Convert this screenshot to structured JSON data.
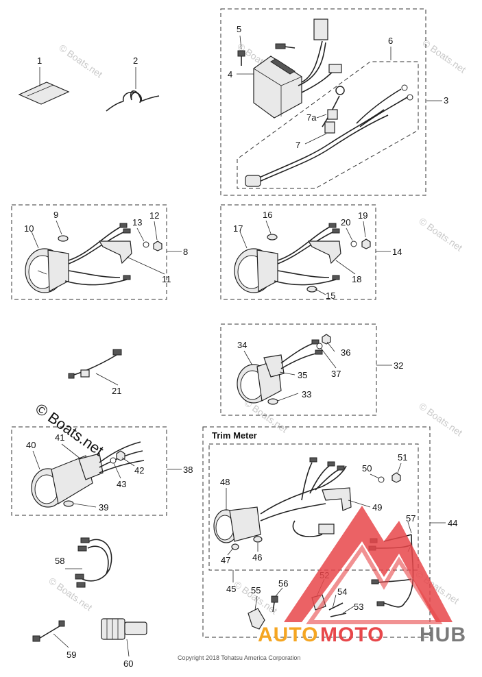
{
  "colors": {
    "brand_orange": "#f5a623",
    "brand_red": "#e8474a",
    "brand_gray": "#7a7a7a"
  },
  "labels": {
    "p1": "1",
    "p2": "2",
    "p3": "3",
    "p4": "4",
    "p5": "5",
    "p6": "6",
    "p7": "7",
    "p7a": "7a",
    "p8": "8",
    "p9": "9",
    "p10": "10",
    "p11": "11",
    "p12": "12",
    "p13": "13",
    "p14": "14",
    "p15": "15",
    "p16": "16",
    "p17": "17",
    "p18": "18",
    "p19": "19",
    "p20": "20",
    "p21": "21",
    "p32": "32",
    "p33": "33",
    "p34": "34",
    "p35": "35",
    "p36": "36",
    "p37": "37",
    "p38": "38",
    "p39": "39",
    "p40": "40",
    "p41": "41",
    "p42": "42",
    "p43": "43",
    "p44": "44",
    "p45": "45",
    "p46": "46",
    "p47": "47",
    "p48": "48",
    "p49": "49",
    "p50": "50",
    "p51": "51",
    "p52": "52",
    "p53": "53",
    "p54": "54",
    "p55": "55",
    "p56": "56",
    "p57": "57",
    "p58": "58",
    "p59": "59",
    "p60": "60"
  },
  "trim_meter_title": "Trim Meter",
  "copyright": "Copyright 2018 Tohatsu America Corporation",
  "watermark_large": "© Boats.net",
  "watermark_small": "© Boats.net",
  "logo": {
    "part1": "AUTO",
    "part2": "MOTO",
    "part3": "HUB"
  }
}
